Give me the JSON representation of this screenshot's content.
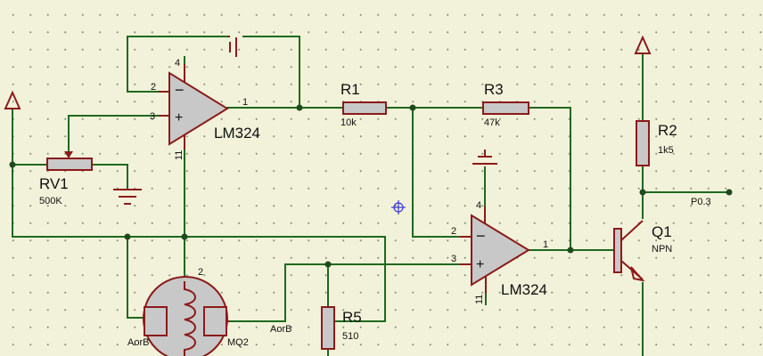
{
  "colors": {
    "background": "#f2f2da",
    "wire": "#1e6a1e",
    "component": "#8b1a1a",
    "component_fill": "#c8c8c8",
    "text": "#111111",
    "probe": "#3a3ad0"
  },
  "components": {
    "u1": {
      "part": "LM324",
      "pin_in_neg": "2",
      "pin_in_pos": "3",
      "pin_out": "1",
      "pin_vcc": "4",
      "pin_gnd": "11"
    },
    "u2": {
      "part": "LM324",
      "pin_in_neg": "2",
      "pin_in_pos": "3",
      "pin_out": "1",
      "pin_vcc": "4",
      "pin_gnd": "11"
    },
    "r1": {
      "ref": "R1",
      "value": "10k"
    },
    "r2": {
      "ref": "R2",
      "value": "1k5"
    },
    "r3": {
      "ref": "R3",
      "value": "47k"
    },
    "r5": {
      "ref": "R5",
      "value": "510"
    },
    "rv1": {
      "ref": "RV1",
      "value": "500K"
    },
    "q1": {
      "ref": "Q1",
      "type": "NPN"
    },
    "sensor": {
      "ref": "MQ2",
      "pin_a": "AorB",
      "pin_b": "AorB",
      "pin_heater": "2"
    },
    "p03": {
      "label": "P0.3"
    }
  }
}
